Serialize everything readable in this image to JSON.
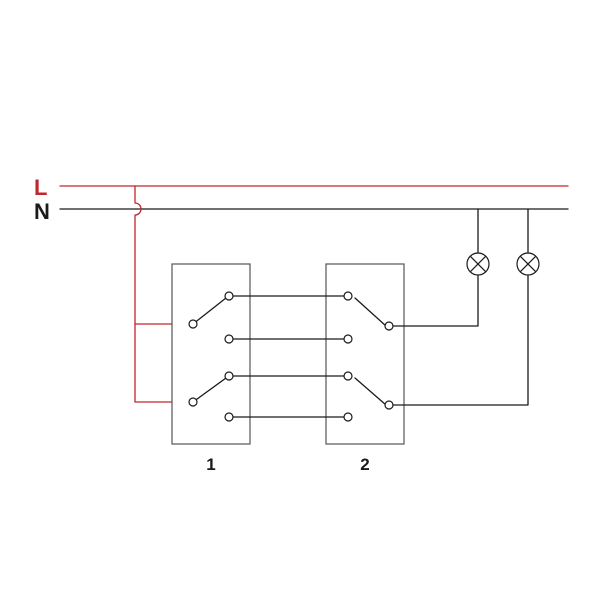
{
  "lines": {
    "live_label": "L",
    "neutral_label": "N"
  },
  "switches": {
    "first_label": "1",
    "second_label": "2"
  },
  "colors": {
    "live": "#c0272d",
    "live_text": "#c0272d",
    "wire": "#1a1a1a",
    "box": "#555555",
    "text": "#1a1a1a"
  }
}
